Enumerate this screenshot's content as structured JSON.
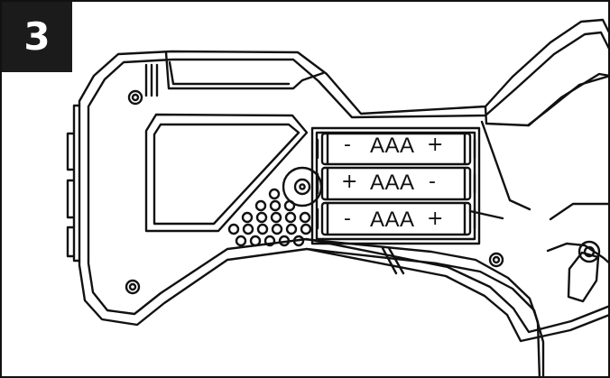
{
  "step": {
    "number": "3"
  },
  "batteries": [
    {
      "label": "AAA",
      "left_polarity": "-",
      "right_polarity": "+"
    },
    {
      "label": "AAA",
      "left_polarity": "+",
      "right_polarity": "-"
    },
    {
      "label": "AAA",
      "left_polarity": "-",
      "right_polarity": "+"
    }
  ],
  "colors": {
    "line": "#111111",
    "badge": "#1b1b1b"
  }
}
